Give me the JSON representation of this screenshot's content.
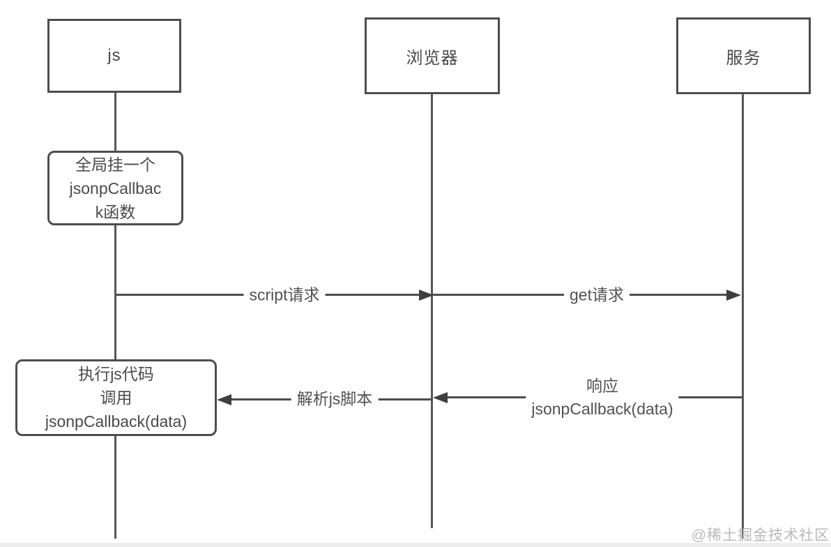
{
  "colors": {
    "line": "#4d4d4d",
    "text": "#4a4a4a",
    "watermark": "#b9b9b9",
    "background": "#ffffff"
  },
  "actors": [
    {
      "id": "js",
      "label": "js"
    },
    {
      "id": "browser",
      "label": "浏览器"
    },
    {
      "id": "server",
      "label": "服务"
    }
  ],
  "notes": [
    {
      "id": "global-callback",
      "lines": [
        "全局挂一个",
        "jsonpCallbac",
        "k函数"
      ]
    },
    {
      "id": "execute-callback",
      "lines": [
        "执行js代码",
        "调用",
        "jsonpCallback(data)"
      ]
    }
  ],
  "messages": [
    {
      "id": "script-request",
      "from": "js",
      "to": "browser",
      "direction": "right",
      "lines": [
        "script请求"
      ]
    },
    {
      "id": "get-request",
      "from": "browser",
      "to": "server",
      "direction": "right",
      "lines": [
        "get请求"
      ]
    },
    {
      "id": "response",
      "from": "server",
      "to": "browser",
      "direction": "left",
      "lines": [
        "响应",
        "jsonpCallback(data)"
      ]
    },
    {
      "id": "parse-script",
      "from": "browser",
      "to": "js",
      "direction": "left",
      "lines": [
        "解析js脚本"
      ]
    }
  ],
  "watermark": {
    "text": "@稀土掘金技术社区"
  }
}
